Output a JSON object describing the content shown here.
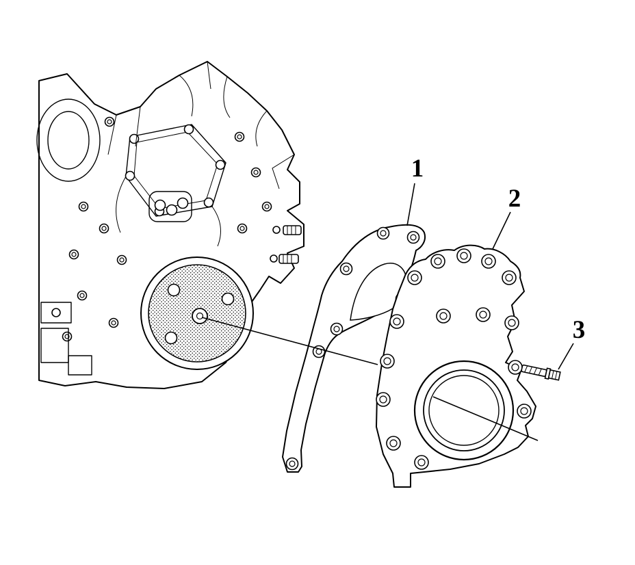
{
  "figure": {
    "type": "exploded-parts-diagram",
    "background_color": "#ffffff",
    "line_color": "#000000",
    "callouts": [
      {
        "label": "1",
        "part": "engine-front-cover-gasket"
      },
      {
        "label": "2",
        "part": "engine-front-cover"
      },
      {
        "label": "3",
        "part": "cover-bolt"
      }
    ]
  }
}
